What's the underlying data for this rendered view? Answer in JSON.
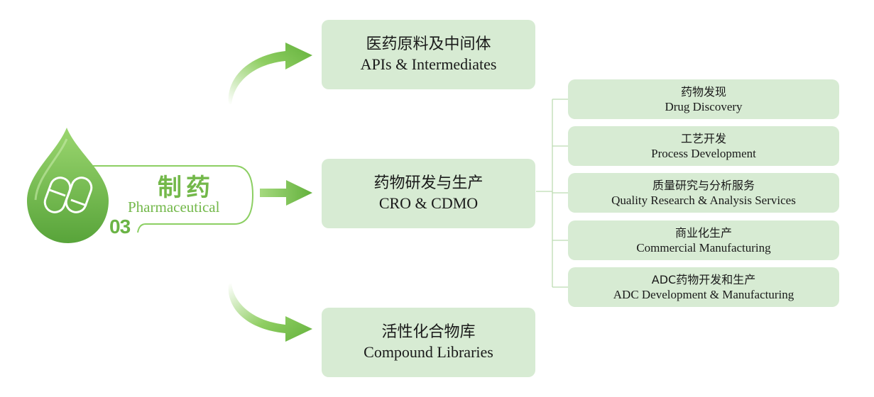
{
  "category": {
    "number": "03",
    "title_zh": "制药",
    "title_en": "Pharmaceutical"
  },
  "main_boxes": [
    {
      "zh": "医药原料及中间体",
      "en": "APIs & Intermediates"
    },
    {
      "zh": "药物研发与生产",
      "en": "CRO & CDMO"
    },
    {
      "zh": "活性化合物库",
      "en": "Compound Libraries"
    }
  ],
  "sub_boxes": [
    {
      "zh": "药物发现",
      "en": "Drug Discovery"
    },
    {
      "zh": "工艺开发",
      "en": "Process Development"
    },
    {
      "zh": "质量研究与分析服务",
      "en": "Quality Research & Analysis Services"
    },
    {
      "zh": "商业化生产",
      "en": "Commercial Manufacturing"
    },
    {
      "zh": "ADC药物开发和生产",
      "en": "ADC Development & Manufacturing"
    }
  ],
  "colors": {
    "accent": "#6bb446",
    "box_fill": "#d7ebd3",
    "drop_light": "#8ccf63",
    "drop_dark": "#4f9a34"
  },
  "icons": [
    "drop-icon",
    "capsule-icon",
    "arrow-icon"
  ]
}
